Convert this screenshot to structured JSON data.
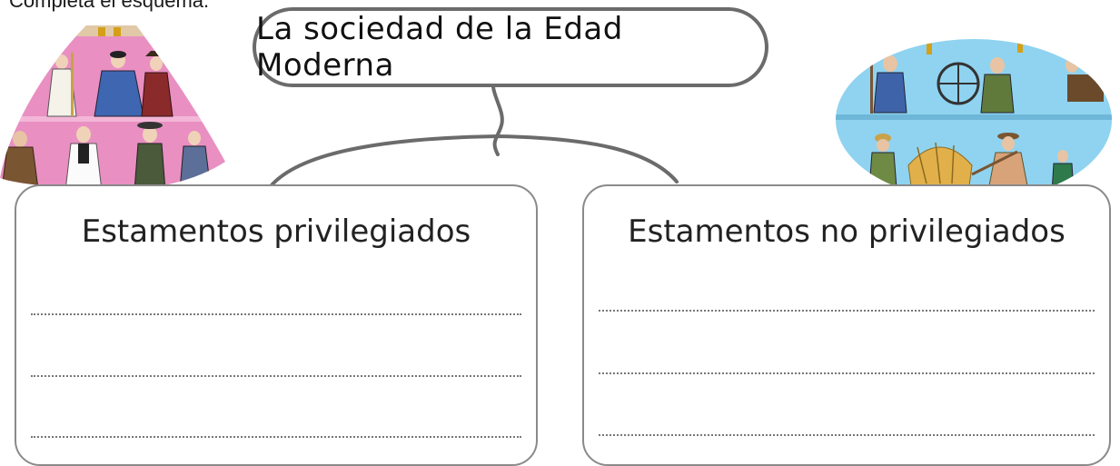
{
  "instruction": "Completa el esquema.",
  "title": "La sociedad de la Edad Moderna",
  "boxes": {
    "left": {
      "title": "Estamentos privilegiados",
      "blank_lines": 3
    },
    "right": {
      "title": "Estamentos no privilegiados",
      "blank_lines": 3
    }
  },
  "colors": {
    "outline": "#6b6b6b",
    "pyramid_pink": "#e98fc2",
    "workers_blue": "#8fd3f0"
  },
  "images": {
    "left": "society-pyramid-illustration",
    "right": "peasants-artisans-illustration"
  }
}
